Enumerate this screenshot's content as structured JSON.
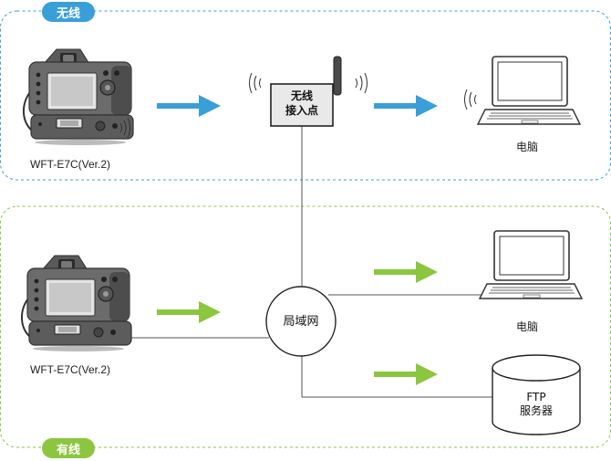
{
  "sections": {
    "wireless": {
      "label": "无线",
      "color": "#3a9fd8"
    },
    "wired": {
      "label": "有线",
      "color": "#8cc63f"
    }
  },
  "devices": {
    "wireless_camera": {
      "label": "WFT-E7C(Ver.2)",
      "icon": "camera-icon"
    },
    "wired_camera": {
      "label": "WFT-E7C(Ver.2)",
      "icon": "camera-icon"
    },
    "access_point": {
      "line1": "无线",
      "line2": "接入点",
      "icon": "router-icon"
    },
    "wireless_pc": {
      "label": "电脑",
      "icon": "laptop-icon"
    },
    "lan": {
      "label": "局域网"
    },
    "wired_pc": {
      "label": "电脑",
      "icon": "laptop-icon"
    },
    "ftp_server": {
      "line1": "FTP",
      "line2": "服务器",
      "icon": "server-icon"
    }
  },
  "arrows": {
    "wireless_color": "#3a9fd8",
    "wired_color": "#8cc63f"
  }
}
